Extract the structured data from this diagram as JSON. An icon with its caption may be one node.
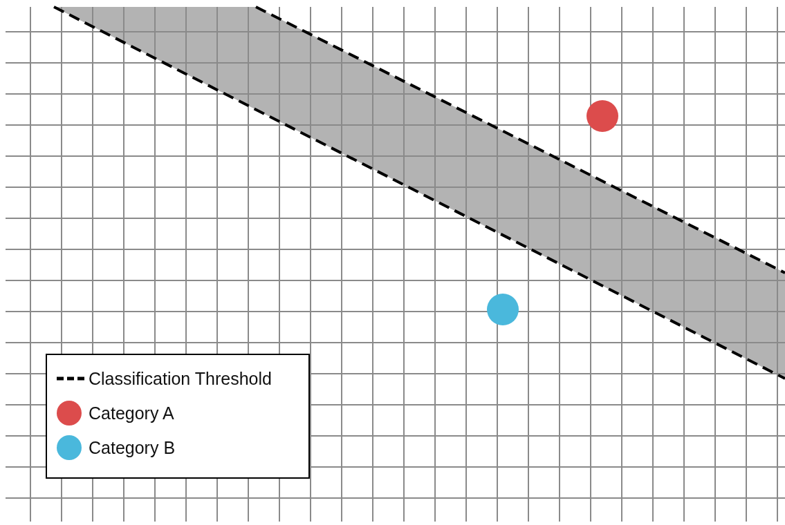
{
  "diagram": {
    "legend": [
      {
        "text": "Classification Threshold"
      },
      {
        "text": "Category A",
        "color": "#dc4c4c"
      },
      {
        "text": "Category B",
        "color": "#4ab8dc"
      }
    ]
  }
}
